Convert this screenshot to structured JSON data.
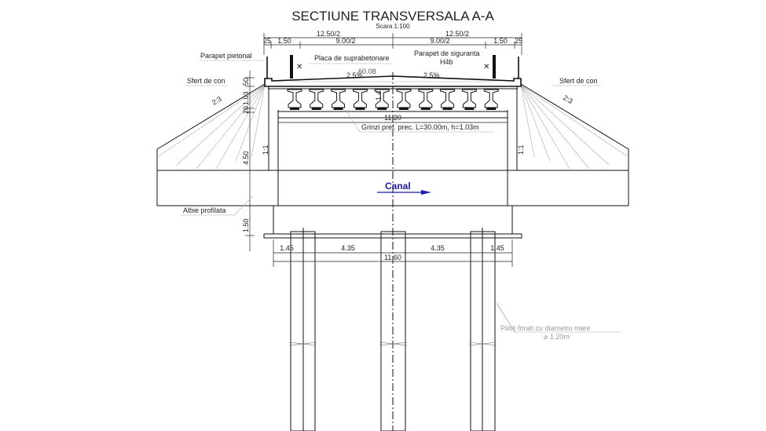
{
  "title": "SECTIUNE TRANSVERSALA A-A",
  "scale": "Scara 1:100",
  "dimensions_top": {
    "half_width_left": "12.50/2",
    "half_width_right": "12.50/2",
    "edge_left": "25",
    "sidewalk_left": "1.50",
    "roadway_left": "9.00/2",
    "roadway_right": "9.00/2",
    "sidewalk_right": "1.50",
    "edge_right": "25"
  },
  "labels": {
    "pedestrian_parapet": "Parapet pietonal",
    "slab": "Placa de suprabetonare",
    "safety_parapet": "Parapet de siguranta",
    "safety_parapet_class": "H4b",
    "elevation": "60.08",
    "slope_left": "2.5%",
    "slope_right": "2.5%",
    "cone_left": "Sfert de con",
    "cone_right": "Sfert de con",
    "cone_slope_left": "2:3",
    "cone_slope_right": "2:3",
    "wall_slope_left": "1:1",
    "wall_slope_right": "1:1",
    "girder_height": "1.4",
    "cap_width": "11.20",
    "girders": "Grinzi pref. prec. L=30.00m, h=1.03m",
    "canal": "Canal",
    "riverbed": "Albie profilata",
    "piles": "Piloti forati cu diametru mare",
    "pile_diameter": "⌀ 1.20m"
  },
  "dimensions_vertical": [
    "50",
    "1.03",
    "20",
    "4.50",
    "1.50"
  ],
  "dimensions_footing": {
    "edge_left": "1.45",
    "span_left": "4.35",
    "span_right": "4.35",
    "edge_right": "1.45",
    "total": "11.60"
  },
  "colors": {
    "canal": "#1a1aa8",
    "lines": "#111111"
  }
}
